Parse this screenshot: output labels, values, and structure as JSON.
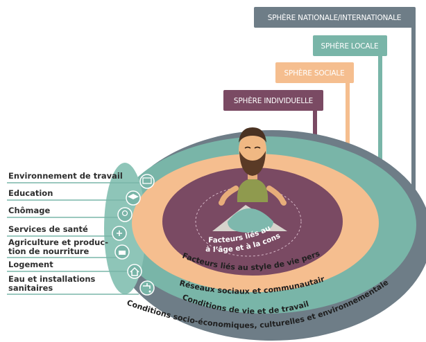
{
  "spheres": {
    "national": "SPHÈRE NATIONALE/INTERNATIONALE",
    "locale": "SPHÈRE LOCALE",
    "sociale": "SPHÈRE SOCIALE",
    "individuelle": "SPHÈRE INDIVIDUELLE"
  },
  "colors": {
    "national": "#6e7d87",
    "locale": "#79b5a8",
    "sociale": "#f5be8f",
    "individuelle": "#7a4a63",
    "inner": "#8a5672",
    "icon_band": "#8ec5b8"
  },
  "layers": {
    "conditions_socio": "Conditions socio-économiques, culturelles et environnementales",
    "conditions_vie": "Conditions de vie et de travail",
    "reseaux": "Réseaux sociaux et communautaires",
    "style_vie": "Facteurs liés au style de vie personnel",
    "sexe_age_line1": "Facteurs liés au sexe,",
    "sexe_age_line2": "à l’âge et à la constitution"
  },
  "factors": [
    {
      "label": "Environnement de travail",
      "icon": "office-worker-icon"
    },
    {
      "label": "Education",
      "icon": "graduation-cap-icon"
    },
    {
      "label": "Chômage",
      "icon": "unemployment-icon"
    },
    {
      "label": "Services de santé",
      "icon": "health-service-icon"
    },
    {
      "label_line1": "Agriculture et produc-",
      "label_line2": "tion de nourriture",
      "icon": "food-production-icon"
    },
    {
      "label": "Logement",
      "icon": "house-icon"
    },
    {
      "label_line1": "Eau et installations",
      "label_line2": "sanitaires",
      "icon": "water-tap-icon"
    }
  ]
}
